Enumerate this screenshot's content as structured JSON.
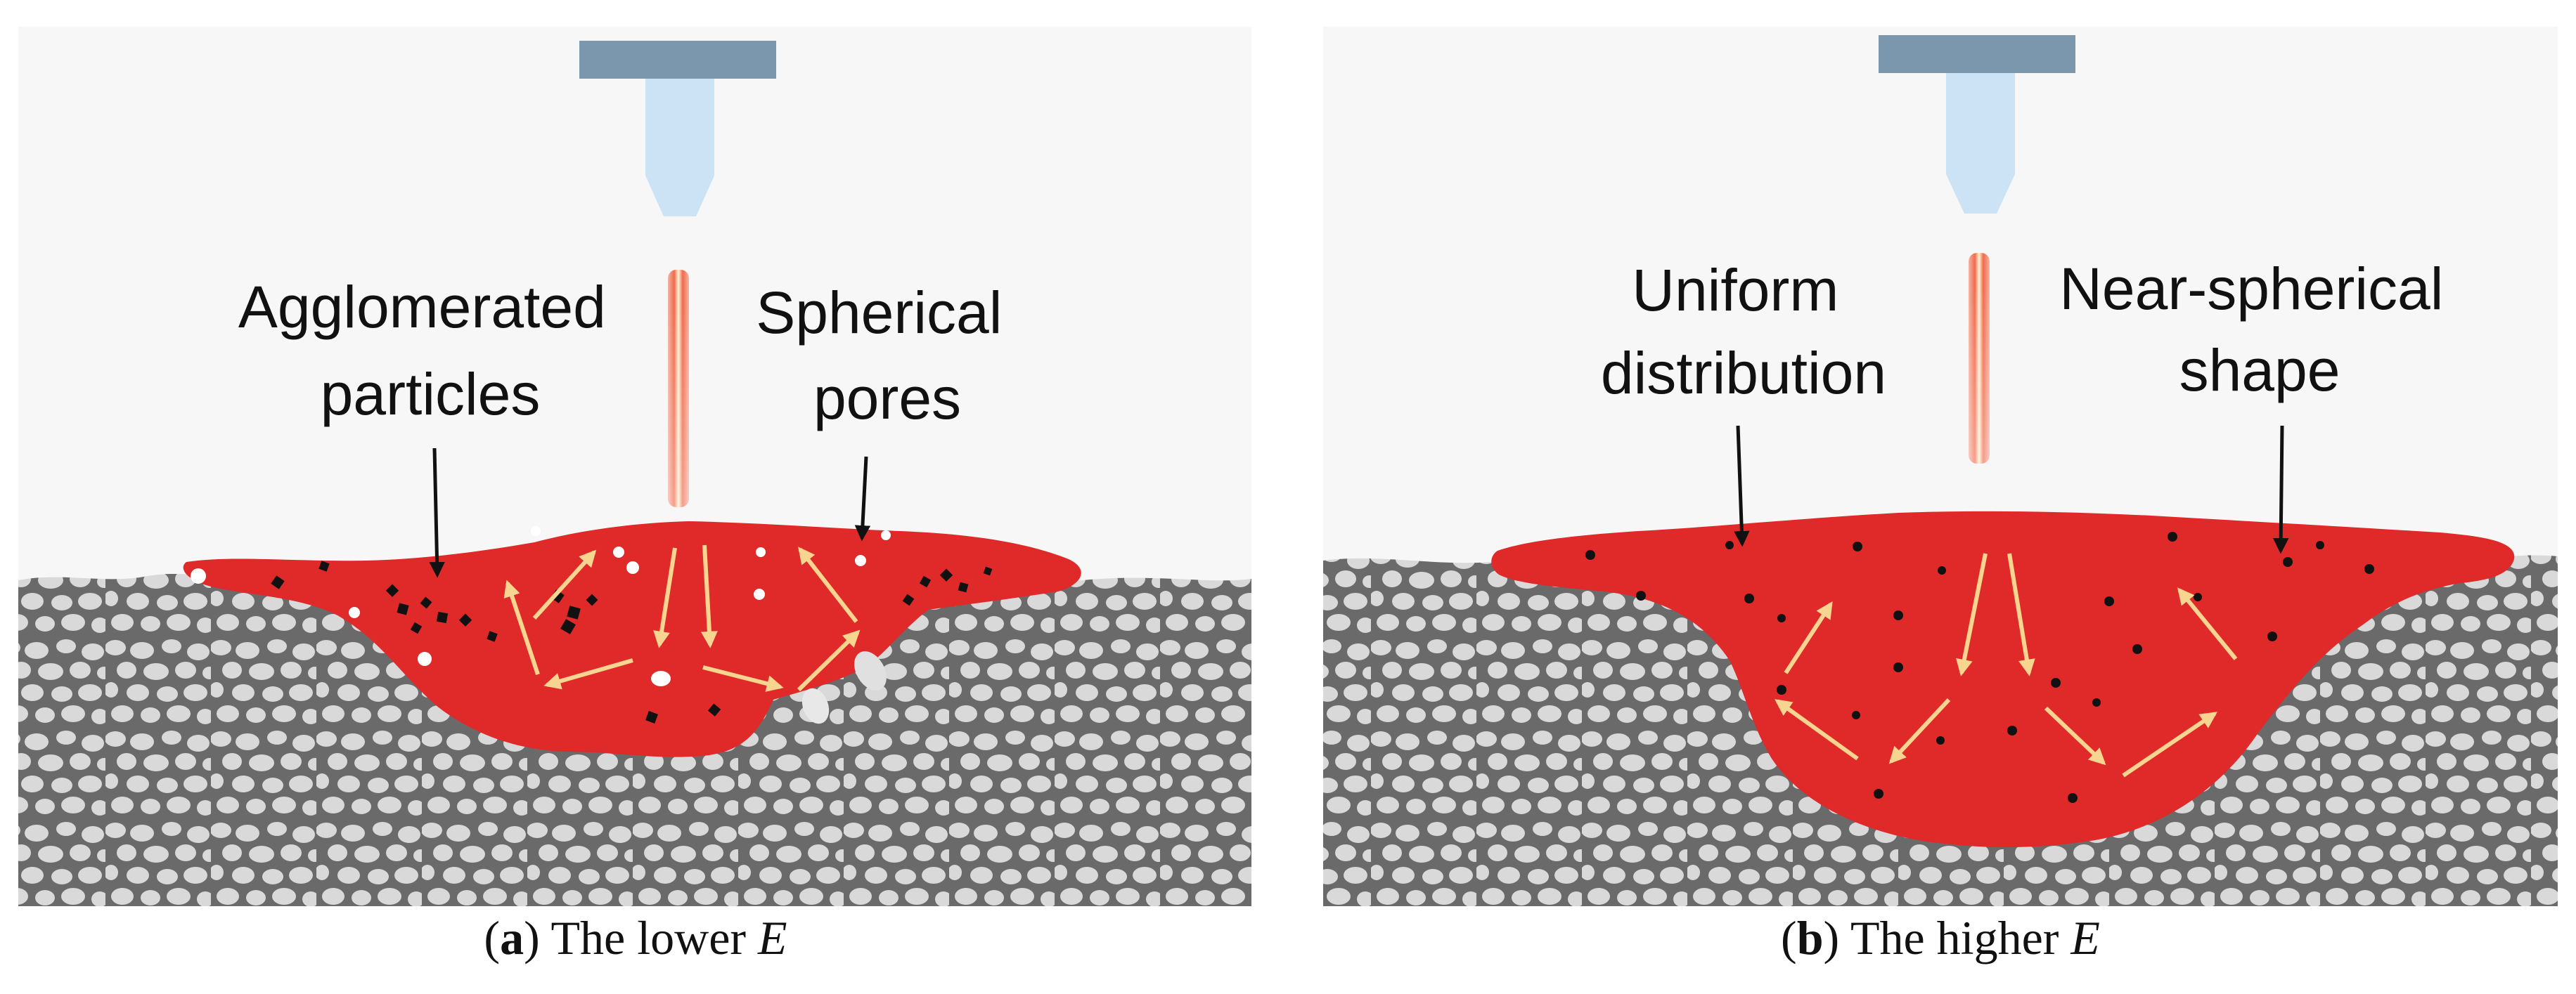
{
  "panels": [
    {
      "labels": {
        "left": [
          "Agglomerated",
          "particles"
        ],
        "right": [
          "Spherical",
          "pores"
        ]
      },
      "caption": {
        "open": "(",
        "letter": "a",
        "close": ")",
        "text": " The lower ",
        "var": "E"
      }
    },
    {
      "labels": {
        "left": [
          "Uniform",
          "distribution"
        ],
        "right": [
          "Near-spherical",
          "shape"
        ]
      },
      "caption": {
        "open": "(",
        "letter": "b",
        "close": ")",
        "text": " The higher ",
        "var": "E"
      }
    }
  ],
  "colors": {
    "background": "#f7f7f7",
    "melt_pool": "#e02a2a",
    "powder_base": "#6a6a6a",
    "powder_grain": "#d9d9d9",
    "nozzle_mount": "#7b97ad",
    "nozzle": "#cce3f5",
    "flow_arrow": "#f7d48f",
    "label_text": "#111111"
  },
  "icons": [
    "laser-nozzle-icon",
    "laser-beam-icon",
    "flow-arrow-icon"
  ]
}
